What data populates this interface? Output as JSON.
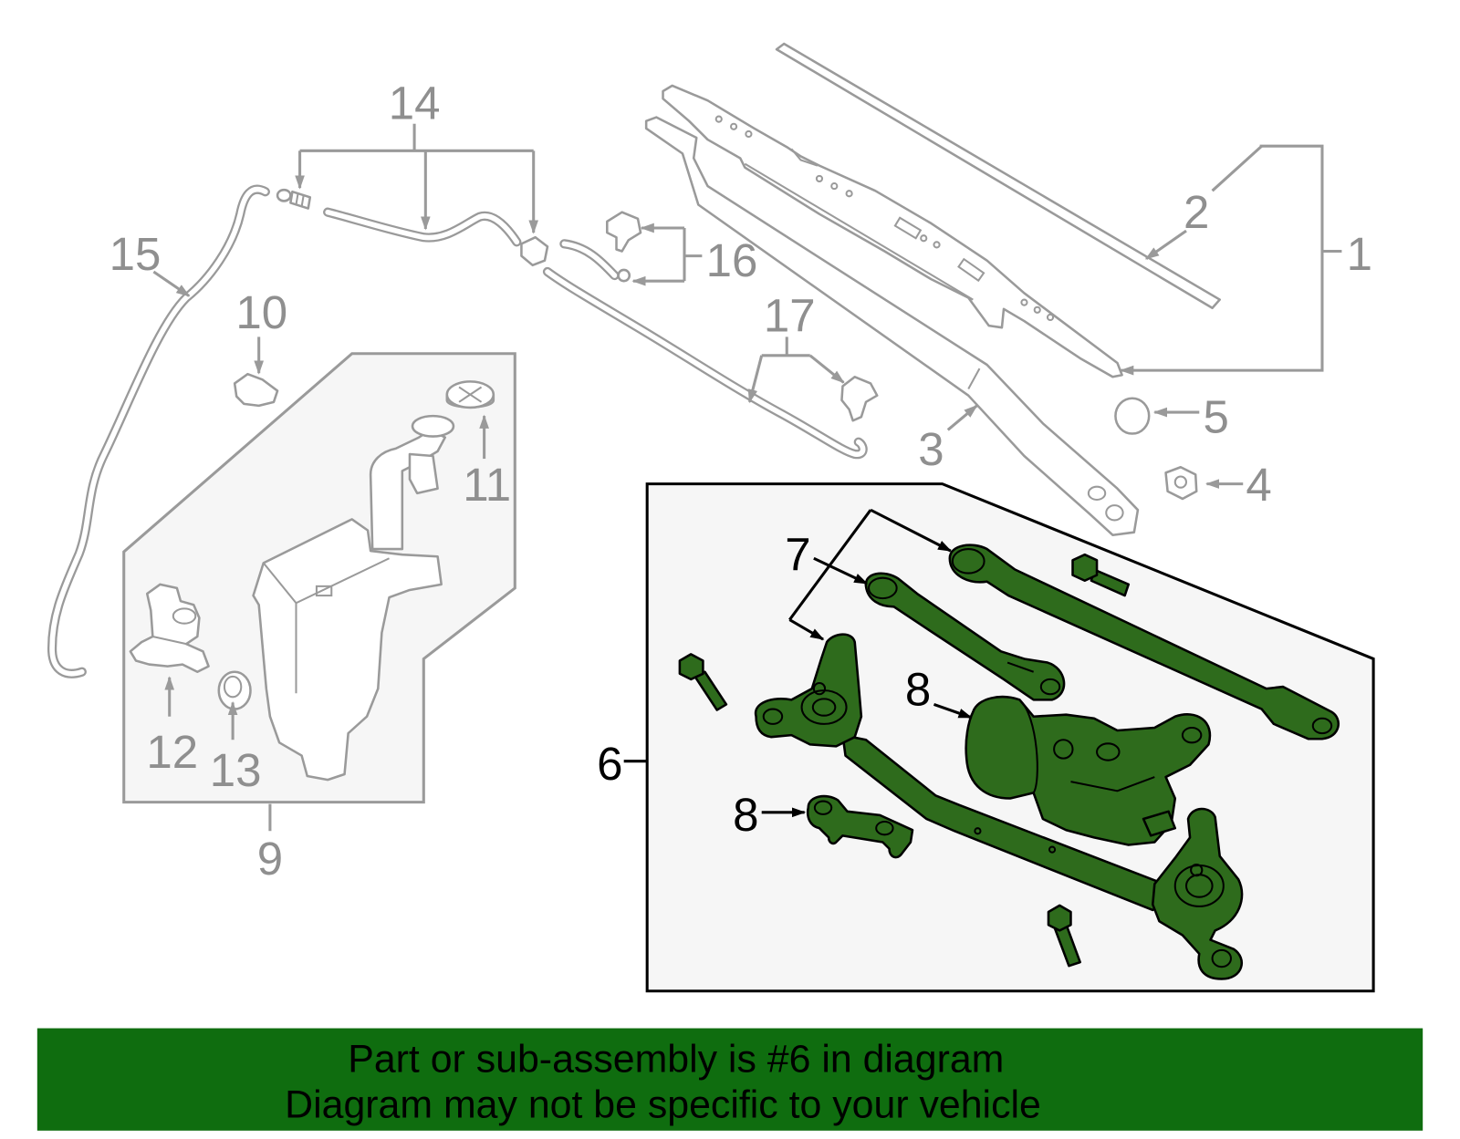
{
  "callouts": [
    "1",
    "2",
    "3",
    "4",
    "5",
    "6",
    "7",
    "8",
    "8",
    "9",
    "10",
    "11",
    "12",
    "13",
    "14",
    "15",
    "16",
    "17"
  ],
  "banner": {
    "line1": "Part or sub-assembly is #6 in diagram",
    "line2": "Diagram may not be specific to your vehicle"
  },
  "colors": {
    "highlight_green": "#2e6b1c",
    "banner_green": "#0f6d0f",
    "line_gray": "#9a9a9a",
    "panel_fill": "#f6f6f6"
  }
}
